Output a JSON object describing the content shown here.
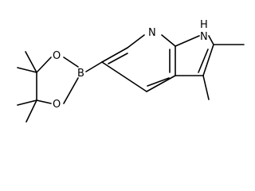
{
  "molecule": {
    "atoms": {
      "n_pyridine": "N",
      "n_pyrrole": "N",
      "h_pyrrole": "H",
      "boron": "B",
      "o_top": "O",
      "o_bottom": "O"
    }
  }
}
